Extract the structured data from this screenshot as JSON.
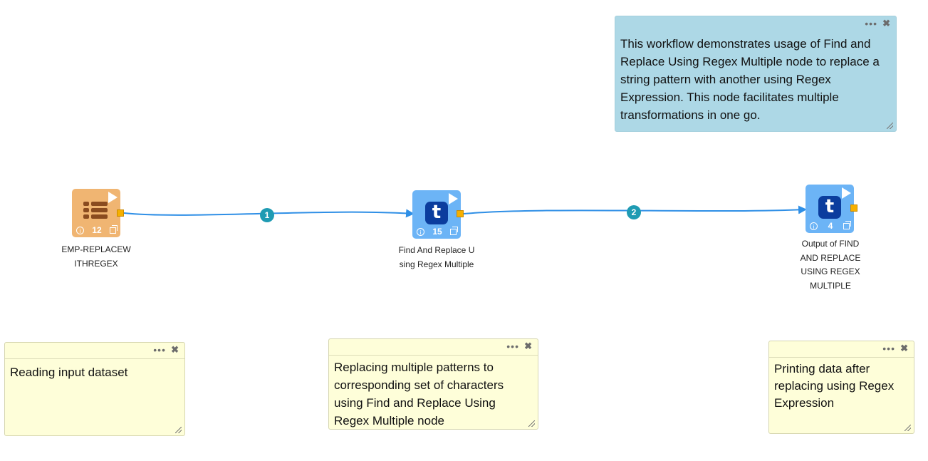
{
  "notes": {
    "top": "This workflow demonstrates usage of Find and Replace Using Regex Multiple node to replace a string pattern with another using Regex Expression. This node facilitates multiple transformations in one go.",
    "left": "Reading input dataset",
    "center": "Replacing multiple patterns to corresponding set of characters using Find and Replace Using Regex Multiple node",
    "right": "Printing data after replacing using Regex Expression"
  },
  "nodes": {
    "input": {
      "label": "EMP-REPLACEWITHREGEX",
      "count": "12",
      "icon": "table-icon",
      "color": "#f0b572"
    },
    "transform": {
      "label": "Find And Replace Using Regex Multiple",
      "count": "15",
      "icon": "transform-t-icon",
      "color": "#6cb4f6"
    },
    "output": {
      "label": "Output of FIND AND REPLACE USING REGEX MULTIPLE",
      "count": "4",
      "icon": "transform-t-icon",
      "color": "#6cb4f6"
    }
  },
  "edges": {
    "e1": "1",
    "e2": "2"
  },
  "colors": {
    "edge": "#2f8fe6",
    "badge": "#1f9bb3",
    "port": "#f6b000"
  }
}
